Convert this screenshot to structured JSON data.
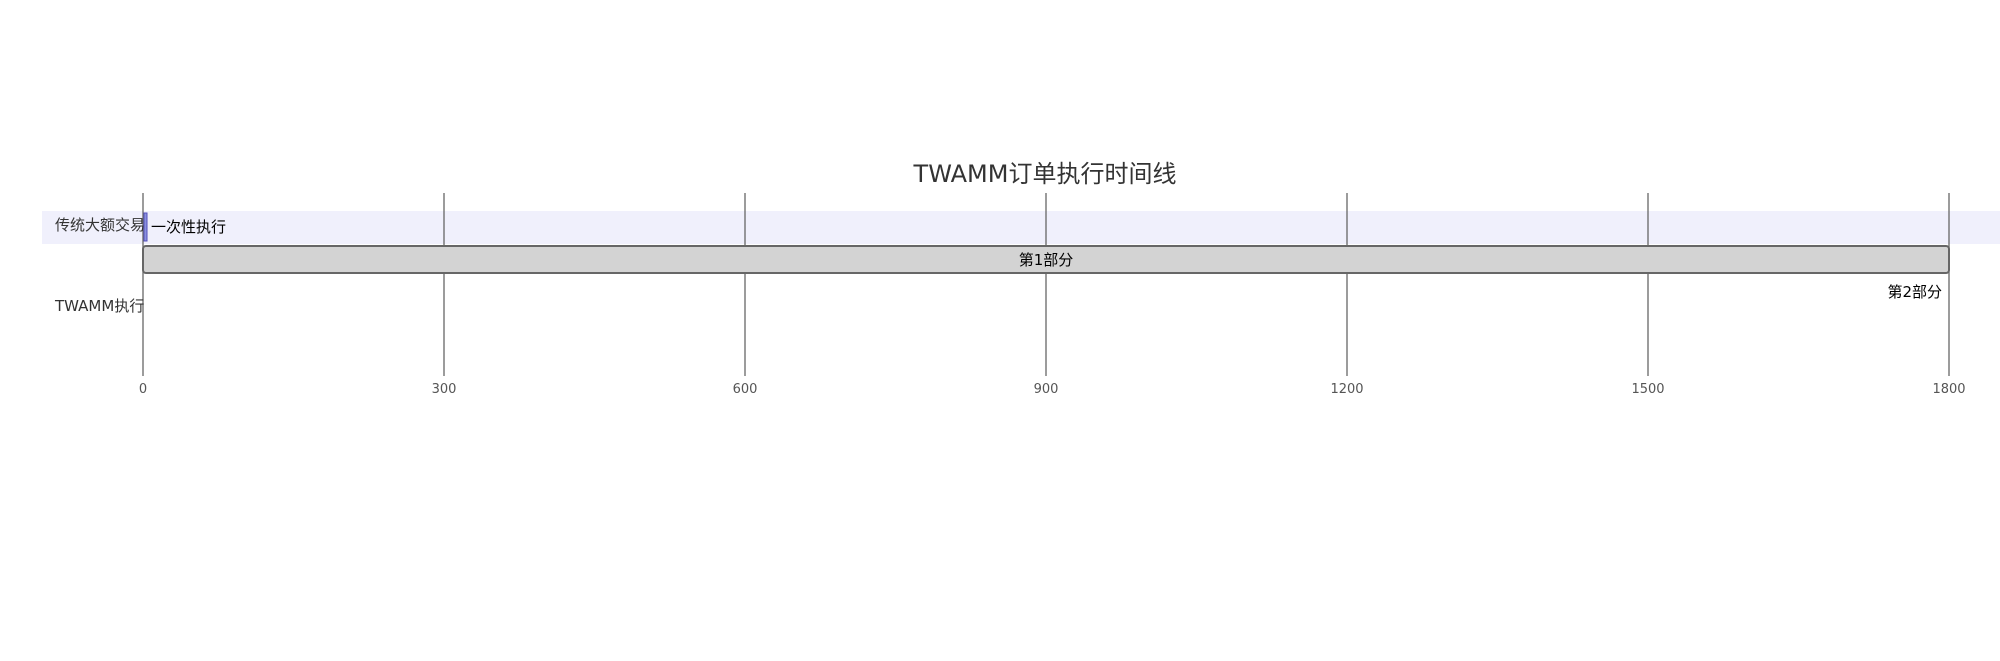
{
  "title": "TWAMM订单执行时间线",
  "axis": {
    "min": 0,
    "max": 1800,
    "ticks": [
      "0",
      "300",
      "600",
      "900",
      "1200",
      "1500",
      "1800"
    ]
  },
  "sections": [
    {
      "label": "传统大额交易",
      "band_color": "#f0f0fc"
    },
    {
      "label": "TWAMM执行",
      "band_color": "#ffffff"
    }
  ],
  "tasks": [
    {
      "label": "一次性执行",
      "section": 0,
      "start": 0,
      "end": 3,
      "fill": "#8a90dd",
      "stroke": "#534fbc"
    },
    {
      "label": "第1部分",
      "section": 1,
      "start": 0,
      "end": 1800,
      "fill": "#d3d3d3",
      "stroke": "#666666"
    },
    {
      "label": "第2部分",
      "section": 1,
      "start": 1800,
      "end": 1800,
      "fill": "#d3d3d3",
      "stroke": "#666666"
    }
  ]
}
